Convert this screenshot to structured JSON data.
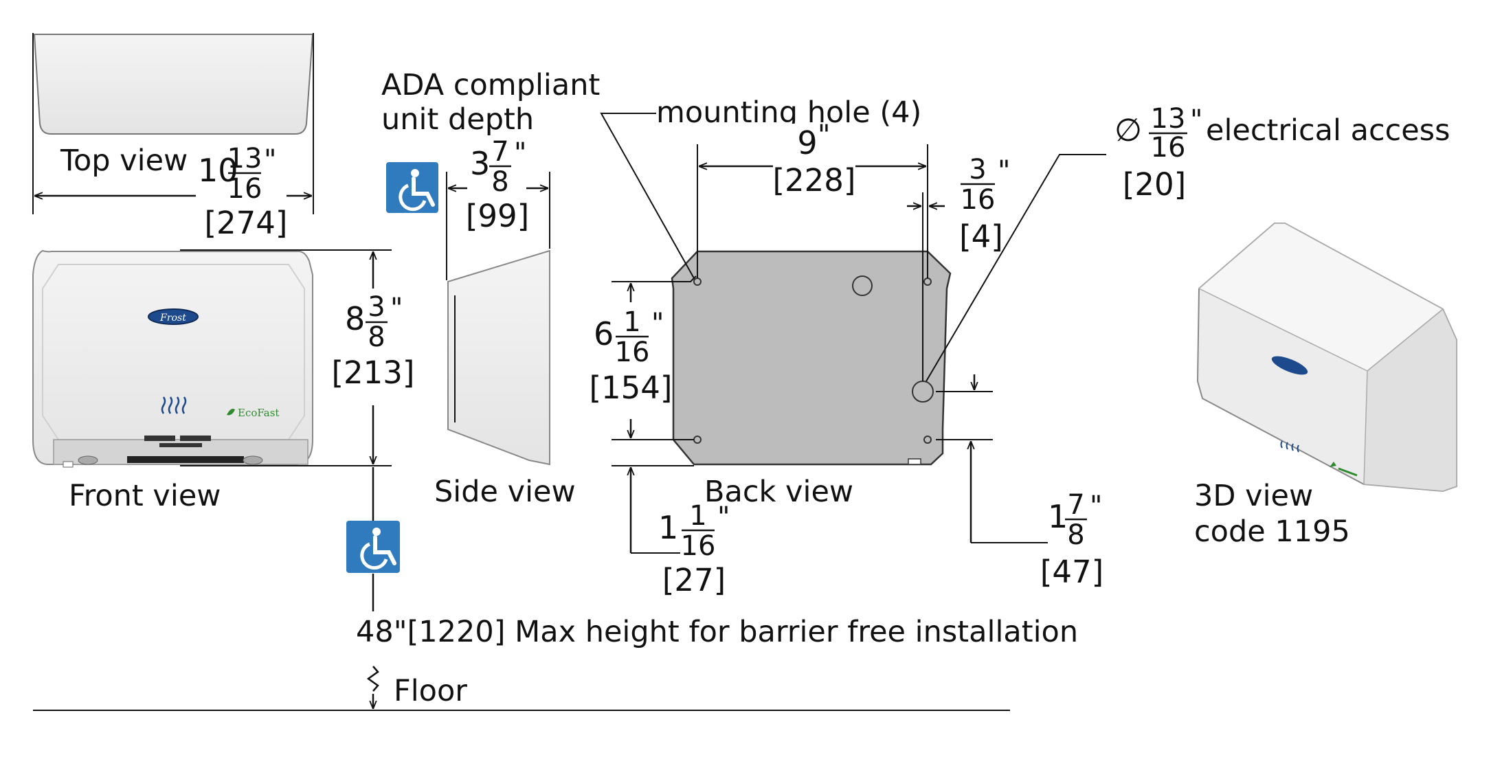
{
  "views": {
    "top": "Top view",
    "front": "Front view",
    "side": "Side view",
    "back": "Back view",
    "three_d": "3D view",
    "code": "code 1195"
  },
  "ada": {
    "title_line1": "ADA compliant",
    "title_line2": "unit depth",
    "max_height": "48\"[1220] Max height for barrier free installation",
    "floor": "Floor"
  },
  "callouts": {
    "mounting_hole": "mounting hole (4)",
    "electrical_access": "electrical access",
    "diameter_symbol": "∅"
  },
  "branding": {
    "logo": "Frost",
    "ecofast": "EcoFast"
  },
  "dims": {
    "width": {
      "whole": "10",
      "num": "13",
      "den": "16",
      "unit": "\"",
      "mm": "[274]"
    },
    "height": {
      "whole": "8",
      "num": "3",
      "den": "8",
      "unit": "\"",
      "mm": "[213]"
    },
    "depth": {
      "whole": "3",
      "num": "7",
      "den": "8",
      "unit": "\"",
      "mm": "[99]"
    },
    "hole_spacing_h": {
      "whole": "9",
      "unit": "\"",
      "mm": "[228]"
    },
    "hole_edge_offset": {
      "num": "3",
      "den": "16",
      "unit": "\"",
      "mm": "[4]"
    },
    "hole_spacing_v": {
      "whole": "6",
      "num": "1",
      "den": "16",
      "unit": "\"",
      "mm": "[154]"
    },
    "bottom_offset": {
      "whole": "1",
      "num": "1",
      "den": "16",
      "unit": "\"",
      "mm": "[27]"
    },
    "access_offset": {
      "whole": "1",
      "num": "7",
      "den": "8",
      "unit": "\"",
      "mm": "[47]"
    },
    "access_diameter": {
      "num": "13",
      "den": "16",
      "unit": "\"",
      "mm": "[20]"
    }
  },
  "colors": {
    "ada_blue": "#2f7bbd",
    "back_plate": "#bcbcbc",
    "housing": "#eeeeee"
  }
}
